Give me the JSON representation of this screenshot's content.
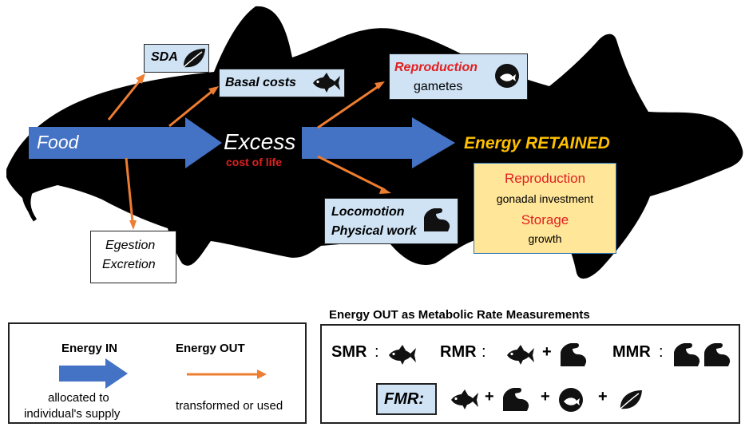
{
  "diagram": {
    "food": "Food",
    "excess": "Excess",
    "cost_of_life": "cost of life",
    "energy_retained": "Energy RETAINED",
    "sda": "SDA",
    "basal_costs": "Basal costs",
    "reproduction_title": "Reproduction",
    "gametes": "gametes",
    "locomotion": "Locomotion",
    "physical_work": "Physical work",
    "egestion": "Egestion",
    "excretion": "Excretion",
    "retained_box": {
      "reproduction": "Reproduction",
      "gonadal_investment": "gonadal investment",
      "storage": "Storage",
      "growth": "growth"
    }
  },
  "legend": {
    "energy_in": "Energy IN",
    "energy_in_desc_1": "allocated to",
    "energy_in_desc_2": "individual's supply",
    "energy_out": "Energy OUT",
    "energy_out_desc": "transformed or used"
  },
  "metabolic": {
    "title": "Energy OUT as Metabolic Rate Measurements",
    "smr": "SMR",
    "rmr": "RMR",
    "mmr": "MMR",
    "fmr": "FMR:",
    "colon": ":",
    "plus": "+"
  },
  "colors": {
    "blue_arrow": "#4472c4",
    "orange_arrow": "#ed7d31",
    "yellow_text": "#ffc000",
    "red_text": "#e02020",
    "blue_box": "#cfe3f5",
    "yellow_box": "#ffe699"
  },
  "icons": [
    "leaf-icon",
    "fish-icon",
    "gamete-egg-icon",
    "flexed-arm-icon"
  ]
}
